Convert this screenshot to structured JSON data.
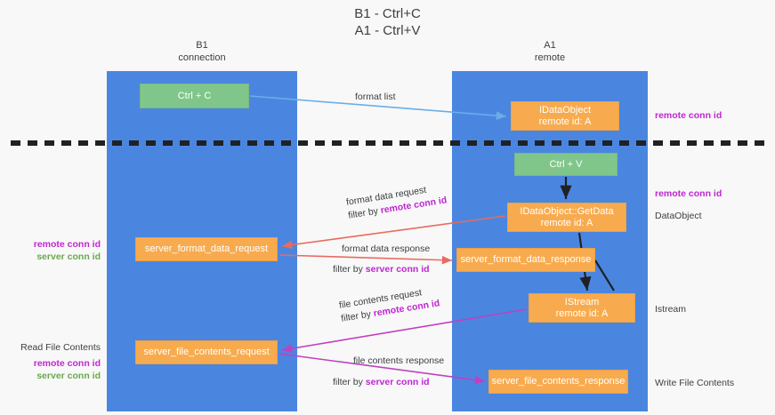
{
  "title": {
    "line1": "B1 - Ctrl+C",
    "line2": "A1 - Ctrl+V"
  },
  "columns": {
    "b1": {
      "name": "B1",
      "role": "connection"
    },
    "a1": {
      "name": "A1",
      "role": "remote"
    }
  },
  "nodes": {
    "ctrl_c": {
      "label": "Ctrl + C",
      "color": "#80c68a"
    },
    "data_object": {
      "label": "IDataObject",
      "sub": "remote id: A",
      "color": "#f8ab4e"
    },
    "ctrl_v": {
      "label": "Ctrl + V",
      "color": "#80c68a"
    },
    "get_data": {
      "label": "IDataObject::GetData",
      "sub": "remote id: A",
      "color": "#f8ab4e"
    },
    "format_data_request": {
      "label": "server_format_data_request",
      "color": "#f8ab4e"
    },
    "format_data_response": {
      "label": "server_format_data_response",
      "color": "#f8ab4e"
    },
    "istream": {
      "label": "IStream",
      "sub": "remote id: A",
      "color": "#f8ab4e"
    },
    "file_contents_request": {
      "label": "server_file_contents_request",
      "color": "#f8ab4e"
    },
    "file_contents_response": {
      "label": "server_file_contents_response",
      "color": "#f8ab4e"
    }
  },
  "flows": {
    "format_list": {
      "label": "format list"
    },
    "format_data_request": {
      "label": "format data request",
      "filter_prefix": "filter by ",
      "filter_key": "remote conn id"
    },
    "format_data_response": {
      "label": "format data response",
      "filter_prefix": "filter by ",
      "filter_key": "server conn id"
    },
    "file_contents_request": {
      "label": "file contents request",
      "filter_prefix": "filter by ",
      "filter_key": "remote conn id"
    },
    "file_contents_response": {
      "label": "file contents response",
      "filter_prefix": "filter by ",
      "filter_key": "server conn id"
    }
  },
  "annotations": {
    "right_top_conn": "remote conn id",
    "right_mid_conn": "remote conn id",
    "right_dataobject": "DataObject",
    "right_istream": "Istream",
    "right_write_file": "Write File Contents",
    "left_remote_conn": "remote conn id",
    "left_server_conn": "server conn id",
    "left_read_file": "Read File Contents",
    "left_remote_conn2": "remote conn id",
    "left_server_conn2": "server conn id"
  },
  "colors": {
    "lane": "#4a86e0",
    "green_node": "#80c68a",
    "orange_node": "#f8ab4e",
    "purple_text": "#c026d3",
    "green_text": "#6aa84f",
    "blue_arrow": "#6aaee8",
    "red_arrow": "#ea6a5e",
    "magenta_arrow": "#c040c0",
    "black_arrow": "#202124",
    "divider": "#202124"
  }
}
